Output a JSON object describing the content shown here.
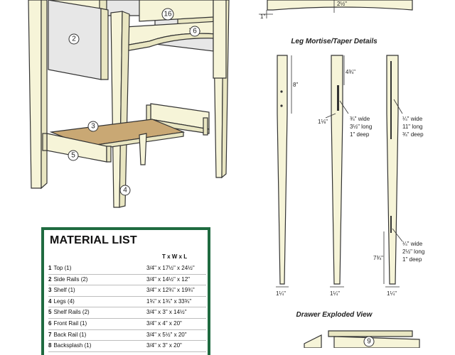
{
  "callouts": {
    "c2": "2",
    "c16": "16",
    "c6": "6",
    "c3": "3",
    "c5": "5",
    "c4": "4",
    "c9": "9"
  },
  "top_dims": {
    "d1": "1\"",
    "d2": "2½\""
  },
  "leg_section": {
    "title": "Leg Mortise/Taper Details",
    "dim_8": "8\"",
    "dim_4_3_4": "4¾\"",
    "dim_1_1_8": "1⅛\"",
    "dim_7_3_4": "7¾\"",
    "mortise_a": [
      "¾\" wide",
      "3½\" long",
      "1\" deep"
    ],
    "mortise_b": [
      "¼\" wide",
      "11\" long",
      "¾\" deep"
    ],
    "mortise_c": [
      "¼\" wide",
      "2½\" long",
      "1\" deep"
    ],
    "bottom_dims": [
      "1¼\"",
      "1¼\"",
      "1¼\""
    ]
  },
  "drawer_title": "Drawer Exploded View",
  "material_list": {
    "title": "MATERIAL LIST",
    "header": "T x W x L",
    "rows": [
      {
        "num": "1",
        "part": "Top (1)",
        "dims": "3/4\" x 17½\" x 24½\""
      },
      {
        "num": "2",
        "part": "Side Rails (2)",
        "dims": "3/4\" x 14½\" x 12\""
      },
      {
        "num": "3",
        "part": "Shelf (1)",
        "dims": "3/4\" x 12¾\" x 19¾\""
      },
      {
        "num": "4",
        "part": "Legs (4)",
        "dims": "1¾\" x 1¾\" x 33¾\""
      },
      {
        "num": "5",
        "part": "Shelf Rails (2)",
        "dims": "3/4\" x 3\" x 14½\""
      },
      {
        "num": "6",
        "part": "Front Rail (1)",
        "dims": "3/4\" x 4\" x 20\""
      },
      {
        "num": "7",
        "part": "Back Rail (1)",
        "dims": "3/4\" x 5½\" x 20\""
      },
      {
        "num": "8",
        "part": "Backsplash (1)",
        "dims": "3/4\" x 3\" x 20\""
      }
    ]
  }
}
